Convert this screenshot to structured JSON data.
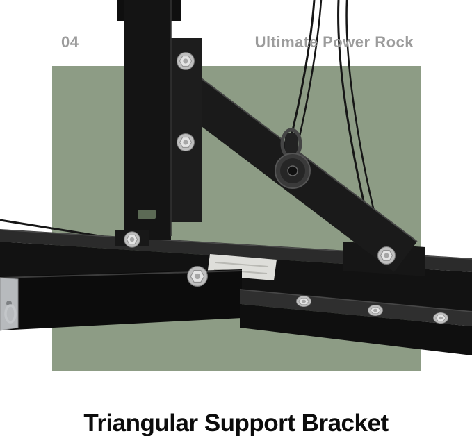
{
  "header": {
    "step_number": "04",
    "brand": "Ultimate Power Rock"
  },
  "figure": {
    "backdrop_color": "#8d9c85",
    "alt": "Close-up of a black steel power rack joint: a triangular support bracket bolted between the upright post and the base beams, with a pulley and cables"
  },
  "caption": {
    "title": "Triangular Support Bracket"
  },
  "colors": {
    "page_background": "#ffffff",
    "header_text": "#9c9c9c",
    "title_text": "#0c0c0c",
    "steel_dark": "#111111",
    "steel_mid": "#2b2b2b",
    "bolt_silver": "#e4e4e4",
    "backdrop_green": "#8d9c85"
  }
}
